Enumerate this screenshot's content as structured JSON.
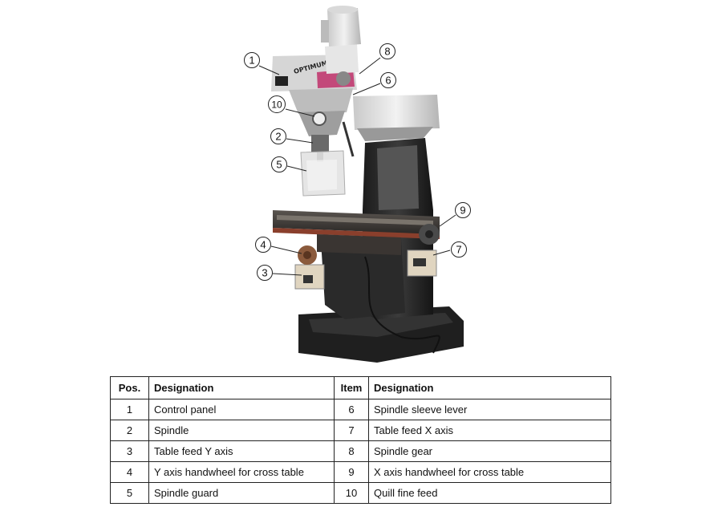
{
  "figure": {
    "brand_text": "OPTIMUM",
    "callouts": [
      "1",
      "2",
      "3",
      "4",
      "5",
      "6",
      "7",
      "8",
      "9",
      "10"
    ]
  },
  "table": {
    "headers": [
      "Pos.",
      "Designation",
      "Item",
      "Designation"
    ],
    "rows": [
      {
        "pos": "1",
        "designation": "Control panel",
        "item": "6",
        "item_designation": "Spindle sleeve lever"
      },
      {
        "pos": "2",
        "designation": "Spindle",
        "item": "7",
        "item_designation": "Table feed X axis"
      },
      {
        "pos": "3",
        "designation": "Table feed Y axis",
        "item": "8",
        "item_designation": "Spindle gear"
      },
      {
        "pos": "4",
        "designation": "Y axis handwheel for cross table",
        "item": "9",
        "item_designation": "X axis handwheel for cross table"
      },
      {
        "pos": "5",
        "designation": "Spindle guard",
        "item": "10",
        "item_designation": "Quill fine feed"
      }
    ]
  }
}
